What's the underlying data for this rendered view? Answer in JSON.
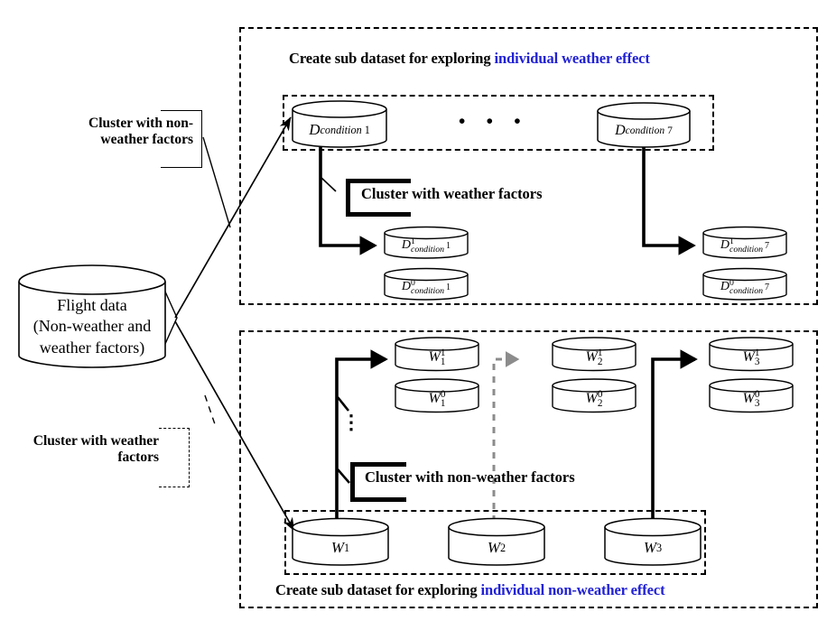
{
  "diagram": {
    "title_hidden": "Flight data sub-dataset construction flow",
    "accent_color": "#2121d6",
    "line_color": "#000000",
    "gray_arrow_color": "#8c8c8c"
  },
  "source": {
    "node_name": "flight-data-cylinder",
    "line1": "Flight data",
    "line2": "(Non-weather and",
    "line3": "weather factors)"
  },
  "left_callouts": [
    {
      "id": "cluster-non-weather-callout",
      "line1": "Cluster with non-",
      "line2": "weather factors",
      "bracket_style": "solid"
    },
    {
      "id": "cluster-weather-callout",
      "line1": "Cluster with weather",
      "line2": "factors",
      "bracket_style": "dashed"
    }
  ],
  "top_panel": {
    "id": "individual-weather-effect-panel",
    "caption_plain": "Create sub dataset for exploring ",
    "caption_accent": "individual weather effect",
    "inner_callout": "Cluster with weather factors",
    "ellipsis": "• • •",
    "condition_nodes": [
      {
        "base": "D",
        "sub": "condition",
        "index": "1"
      },
      {
        "base": "D",
        "sub": "condition",
        "index": "7"
      }
    ],
    "split_nodes": [
      {
        "base": "D",
        "sup": "1",
        "sub": "condition",
        "index": "1"
      },
      {
        "base": "D",
        "sup": "0",
        "sub": "condition",
        "index": "1"
      },
      {
        "base": "D",
        "sup": "1",
        "sub": "condition",
        "index": "7"
      },
      {
        "base": "D",
        "sup": "0",
        "sub": "condition",
        "index": "7"
      }
    ]
  },
  "bottom_panel": {
    "id": "individual-non-weather-effect-panel",
    "caption_plain": "Create sub dataset for exploring ",
    "caption_accent": "individual non-weather effect",
    "inner_callout": "Cluster with non-weather factors",
    "vertical_ellipsis": "⋮",
    "weather_nodes": [
      {
        "base": "W",
        "sub": "1"
      },
      {
        "base": "W",
        "sub": "2"
      },
      {
        "base": "W",
        "sub": "3"
      }
    ],
    "split_nodes": [
      {
        "base": "W",
        "sub": "1",
        "sup": "1"
      },
      {
        "base": "W",
        "sub": "1",
        "sup": "0"
      },
      {
        "base": "W",
        "sub": "2",
        "sup": "1"
      },
      {
        "base": "W",
        "sub": "2",
        "sup": "0"
      },
      {
        "base": "W",
        "sub": "3",
        "sup": "1"
      },
      {
        "base": "W",
        "sub": "3",
        "sup": "0"
      }
    ]
  }
}
